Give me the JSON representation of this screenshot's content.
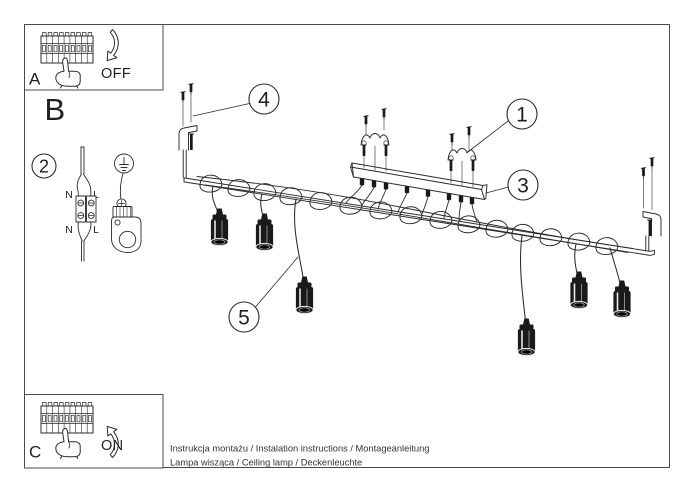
{
  "doc": {
    "panels": {
      "a": {
        "label": "A",
        "action": "OFF"
      },
      "b": {
        "label": "B"
      },
      "c": {
        "label": "C",
        "action": "ON"
      }
    },
    "callouts": {
      "one": "1",
      "two": "2",
      "three": "3",
      "four": "4",
      "five": "5"
    },
    "wiring": {
      "n_top": "N",
      "l_top": "L",
      "n_bottom": "N",
      "l_bottom": "L"
    },
    "footer": {
      "line1": "Instrukcja montażu / Instalation instructions / Montageanleitung",
      "line2": "Lampa wisząca / Ceiling lamp / Deckenleuchte"
    },
    "colors": {
      "line": "#2b2b2b",
      "dark_fill": "#1a1a1a",
      "paper": "#ffffff"
    }
  }
}
